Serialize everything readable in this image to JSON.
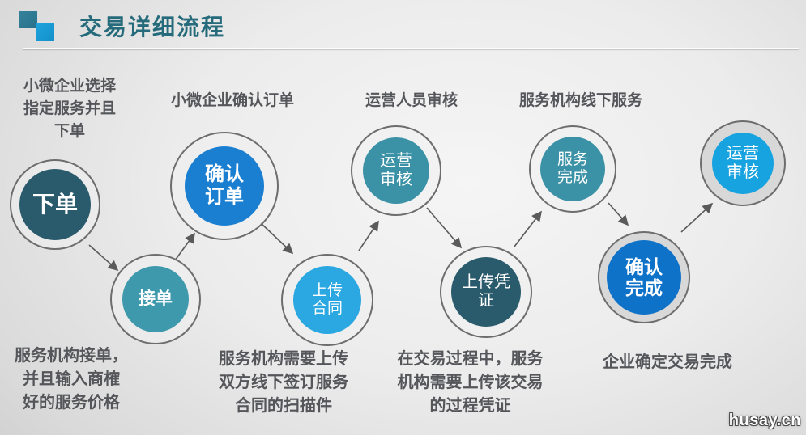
{
  "title": "交易详细流程",
  "watermark": "husay.cn",
  "colors": {
    "title_text": "#266b7c",
    "square_dark": "#2e7a92",
    "square_blue": "#1a9cd6",
    "label_text": "#55565a",
    "arrow": "#5a5a5a",
    "background": "#e6e6e6"
  },
  "nodes": [
    {
      "id": "place-order",
      "text": "下单",
      "color": "#2a5b6c"
    },
    {
      "id": "accept-order",
      "text": "接单",
      "color": "#3e99ad"
    },
    {
      "id": "confirm-order",
      "text": "确认\n订单",
      "color": "#1a7fd1"
    },
    {
      "id": "upload-contract",
      "text": "上传\n合同",
      "color": "#2ba7e1"
    },
    {
      "id": "ops-review-1",
      "text": "运营\n审核",
      "color": "#3b92a6"
    },
    {
      "id": "upload-voucher",
      "text": "上传凭\n证",
      "color": "#2a5b6c"
    },
    {
      "id": "service-done",
      "text": "服务\n完成",
      "color": "#3b92a6"
    },
    {
      "id": "confirm-done",
      "text": "确认\n完成",
      "color": "#0e72c9"
    },
    {
      "id": "ops-review-2",
      "text": "运营\n审核",
      "color": "#17a3df"
    }
  ],
  "labels": [
    {
      "id": "step1-note",
      "text": "小微企业选择\n指定服务并且\n下单"
    },
    {
      "id": "step3-note",
      "text": "小微企业确认订单"
    },
    {
      "id": "step5-note",
      "text": "运营人员审核"
    },
    {
      "id": "step7-note",
      "text": "服务机构线下服务"
    },
    {
      "id": "step2-note",
      "text": "服务机构接单，\n并且输入商榷\n好的服务价格"
    },
    {
      "id": "step4-note",
      "text": "服务机构需要上传\n双方线下签订服务\n合同的扫描件"
    },
    {
      "id": "step6-note",
      "text": "在交易过程中，服务\n机构需要上传该交易\n的过程凭证"
    },
    {
      "id": "step8-note",
      "text": "企业确定交易完成"
    }
  ]
}
